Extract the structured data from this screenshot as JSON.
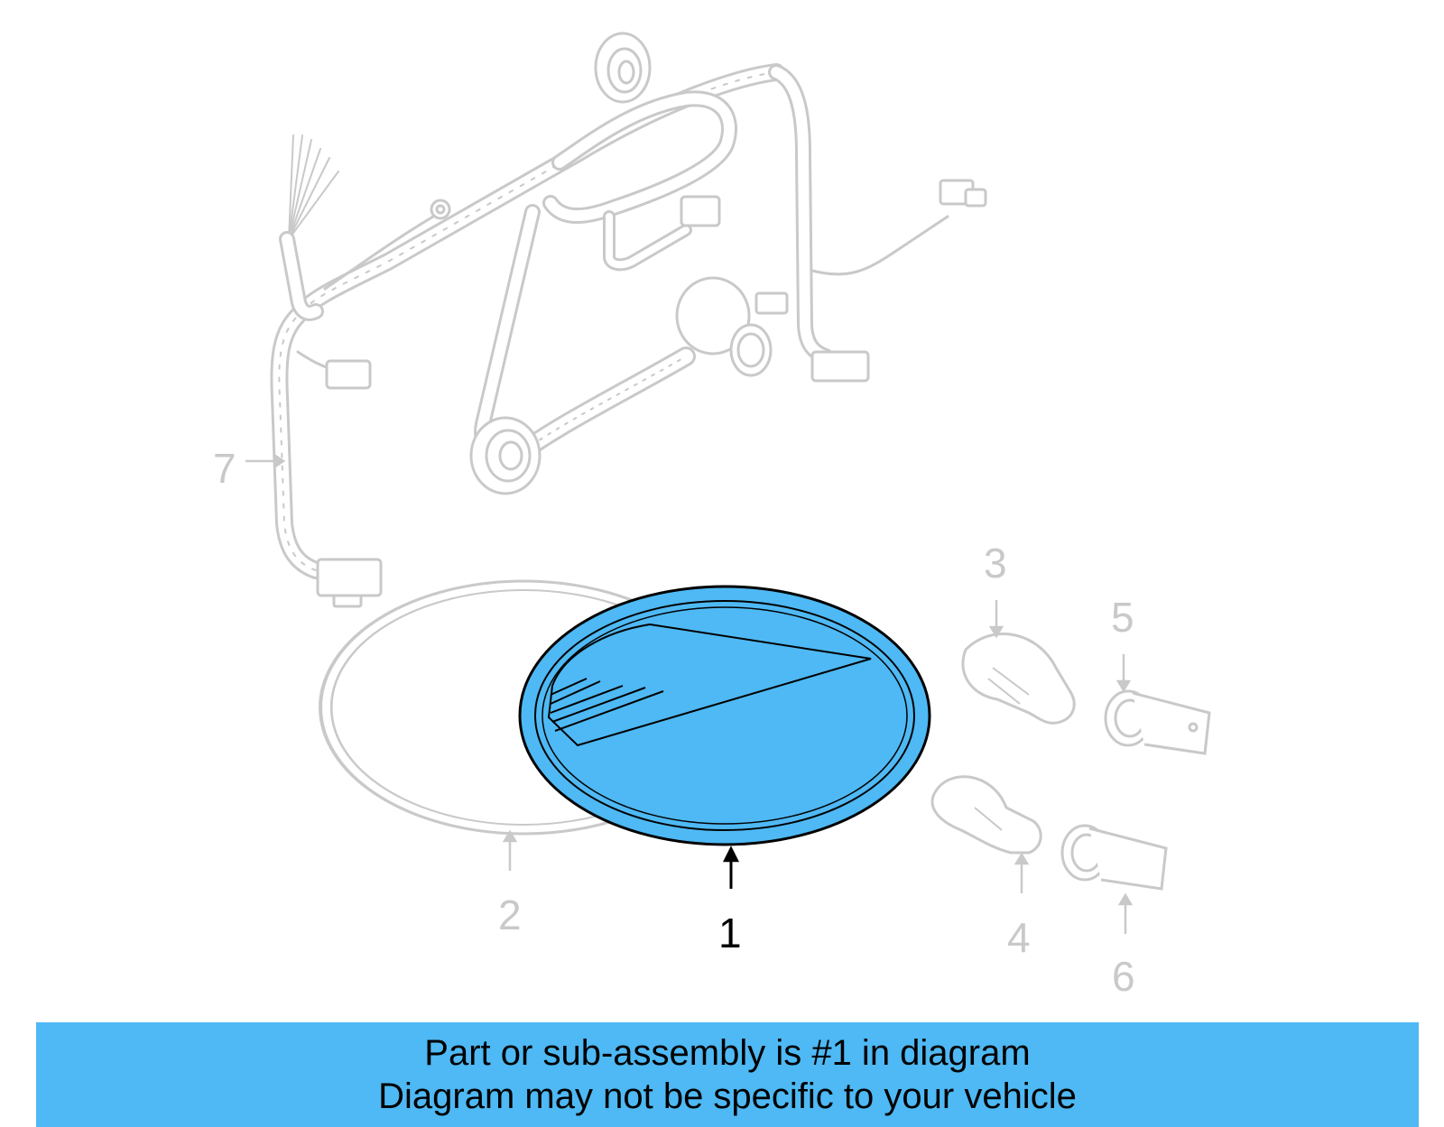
{
  "colors": {
    "highlight": "#4eb9f4",
    "ghost": "#c9c9c9",
    "banner": "#4eb9f4",
    "ink": "#000000"
  },
  "diagram": {
    "callouts": [
      {
        "id": "1",
        "label": "1",
        "part": "lens",
        "highlighted": true
      },
      {
        "id": "2",
        "label": "2",
        "part": "gasket",
        "highlighted": false
      },
      {
        "id": "3",
        "label": "3",
        "part": "bulb",
        "highlighted": false
      },
      {
        "id": "4",
        "label": "4",
        "part": "bulb",
        "highlighted": false
      },
      {
        "id": "5",
        "label": "5",
        "part": "socket",
        "highlighted": false
      },
      {
        "id": "6",
        "label": "6",
        "part": "socket",
        "highlighted": false
      },
      {
        "id": "7",
        "label": "7",
        "part": "wire-harness",
        "highlighted": false
      }
    ]
  },
  "banner": {
    "line1": "Part or sub-assembly is #1 in diagram",
    "line2": "Diagram may not be specific to your vehicle"
  }
}
